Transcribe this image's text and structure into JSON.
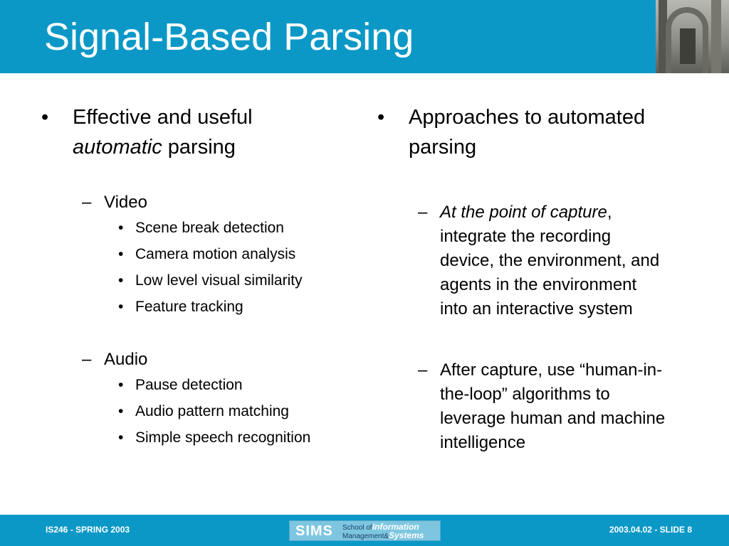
{
  "slide": {
    "title": "Signal-Based Parsing"
  },
  "left": {
    "bullet_pre": "Effective and useful",
    "bullet_em": "automatic",
    "bullet_post": "parsing",
    "video": {
      "label": "Video",
      "items": [
        "Scene break detection",
        "Camera motion analysis",
        "Low level visual similarity",
        "Feature tracking"
      ]
    },
    "audio": {
      "label": "Audio",
      "items": [
        "Pause detection",
        "Audio pattern matching",
        "Simple speech recognition"
      ]
    }
  },
  "right": {
    "bullet": "Approaches to automated parsing",
    "point1_em": "At the point of capture",
    "point1_rest": ", integrate the recording device, the environment, and agents in the environment into an interactive system",
    "point2": "After capture, use “human-in-the-loop” algorithms to leverage human and machine intelligence"
  },
  "footer": {
    "left": "IS246 - SPRING 2003",
    "right": "2003.04.02 - SLIDE 8",
    "logo": {
      "sims": "SIMS",
      "school_of": "School of",
      "information": "Information",
      "management": "Management",
      "amp": "&",
      "systems": "Systems"
    }
  }
}
